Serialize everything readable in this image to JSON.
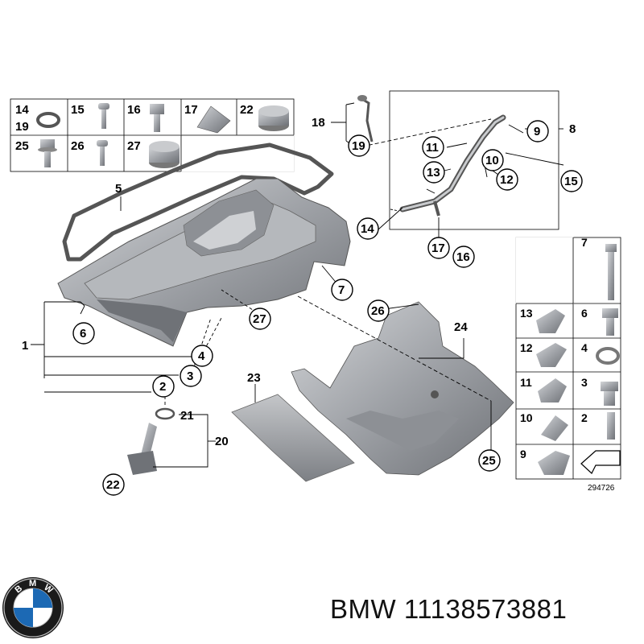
{
  "figure_number": "294726",
  "brand": {
    "name": "BMW",
    "part_number": "11138573881",
    "logo_letters": [
      "B",
      "M",
      "W"
    ]
  },
  "legend_left": [
    {
      "labels": [
        "14",
        "19"
      ],
      "part": "o-ring"
    },
    {
      "labels": [
        "15"
      ],
      "part": "torx-screw"
    },
    {
      "labels": [
        "16"
      ],
      "part": "hex-bolt"
    },
    {
      "labels": [
        "17"
      ],
      "part": "clip-nut"
    },
    {
      "labels": [
        "22"
      ],
      "part": "hex-nut"
    },
    {
      "labels": [
        "25"
      ],
      "part": "flange-bolt"
    },
    {
      "labels": [
        "26"
      ],
      "part": "torx-screw"
    },
    {
      "labels": [
        "27"
      ],
      "part": "hex-nut"
    }
  ],
  "legend_right": [
    {
      "label": "7",
      "part": "long-bolt"
    },
    {
      "label": "13",
      "part": "clamp"
    },
    {
      "label": "6",
      "part": "bolt"
    },
    {
      "label": "12",
      "part": "clamp"
    },
    {
      "label": "4",
      "part": "seal-ring"
    },
    {
      "label": "11",
      "part": "clamp"
    },
    {
      "label": "3",
      "part": "plug"
    },
    {
      "label": "10",
      "part": "clip"
    },
    {
      "label": "2",
      "part": "pin"
    },
    {
      "label": "9",
      "part": "clamp"
    },
    {
      "label": "",
      "part": "arrow"
    }
  ],
  "callouts": [
    "1",
    "2",
    "3",
    "4",
    "5",
    "6",
    "7",
    "8",
    "9",
    "10",
    "11",
    "12",
    "13",
    "14",
    "15",
    "16",
    "17",
    "18",
    "19",
    "20",
    "21",
    "22",
    "23",
    "24",
    "25",
    "26",
    "27"
  ],
  "colors": {
    "part_fill": "#9a9da2",
    "part_dark": "#6f7277",
    "part_light": "#c9cbce",
    "line": "#000000",
    "logo_blue": "#1c69b4"
  }
}
